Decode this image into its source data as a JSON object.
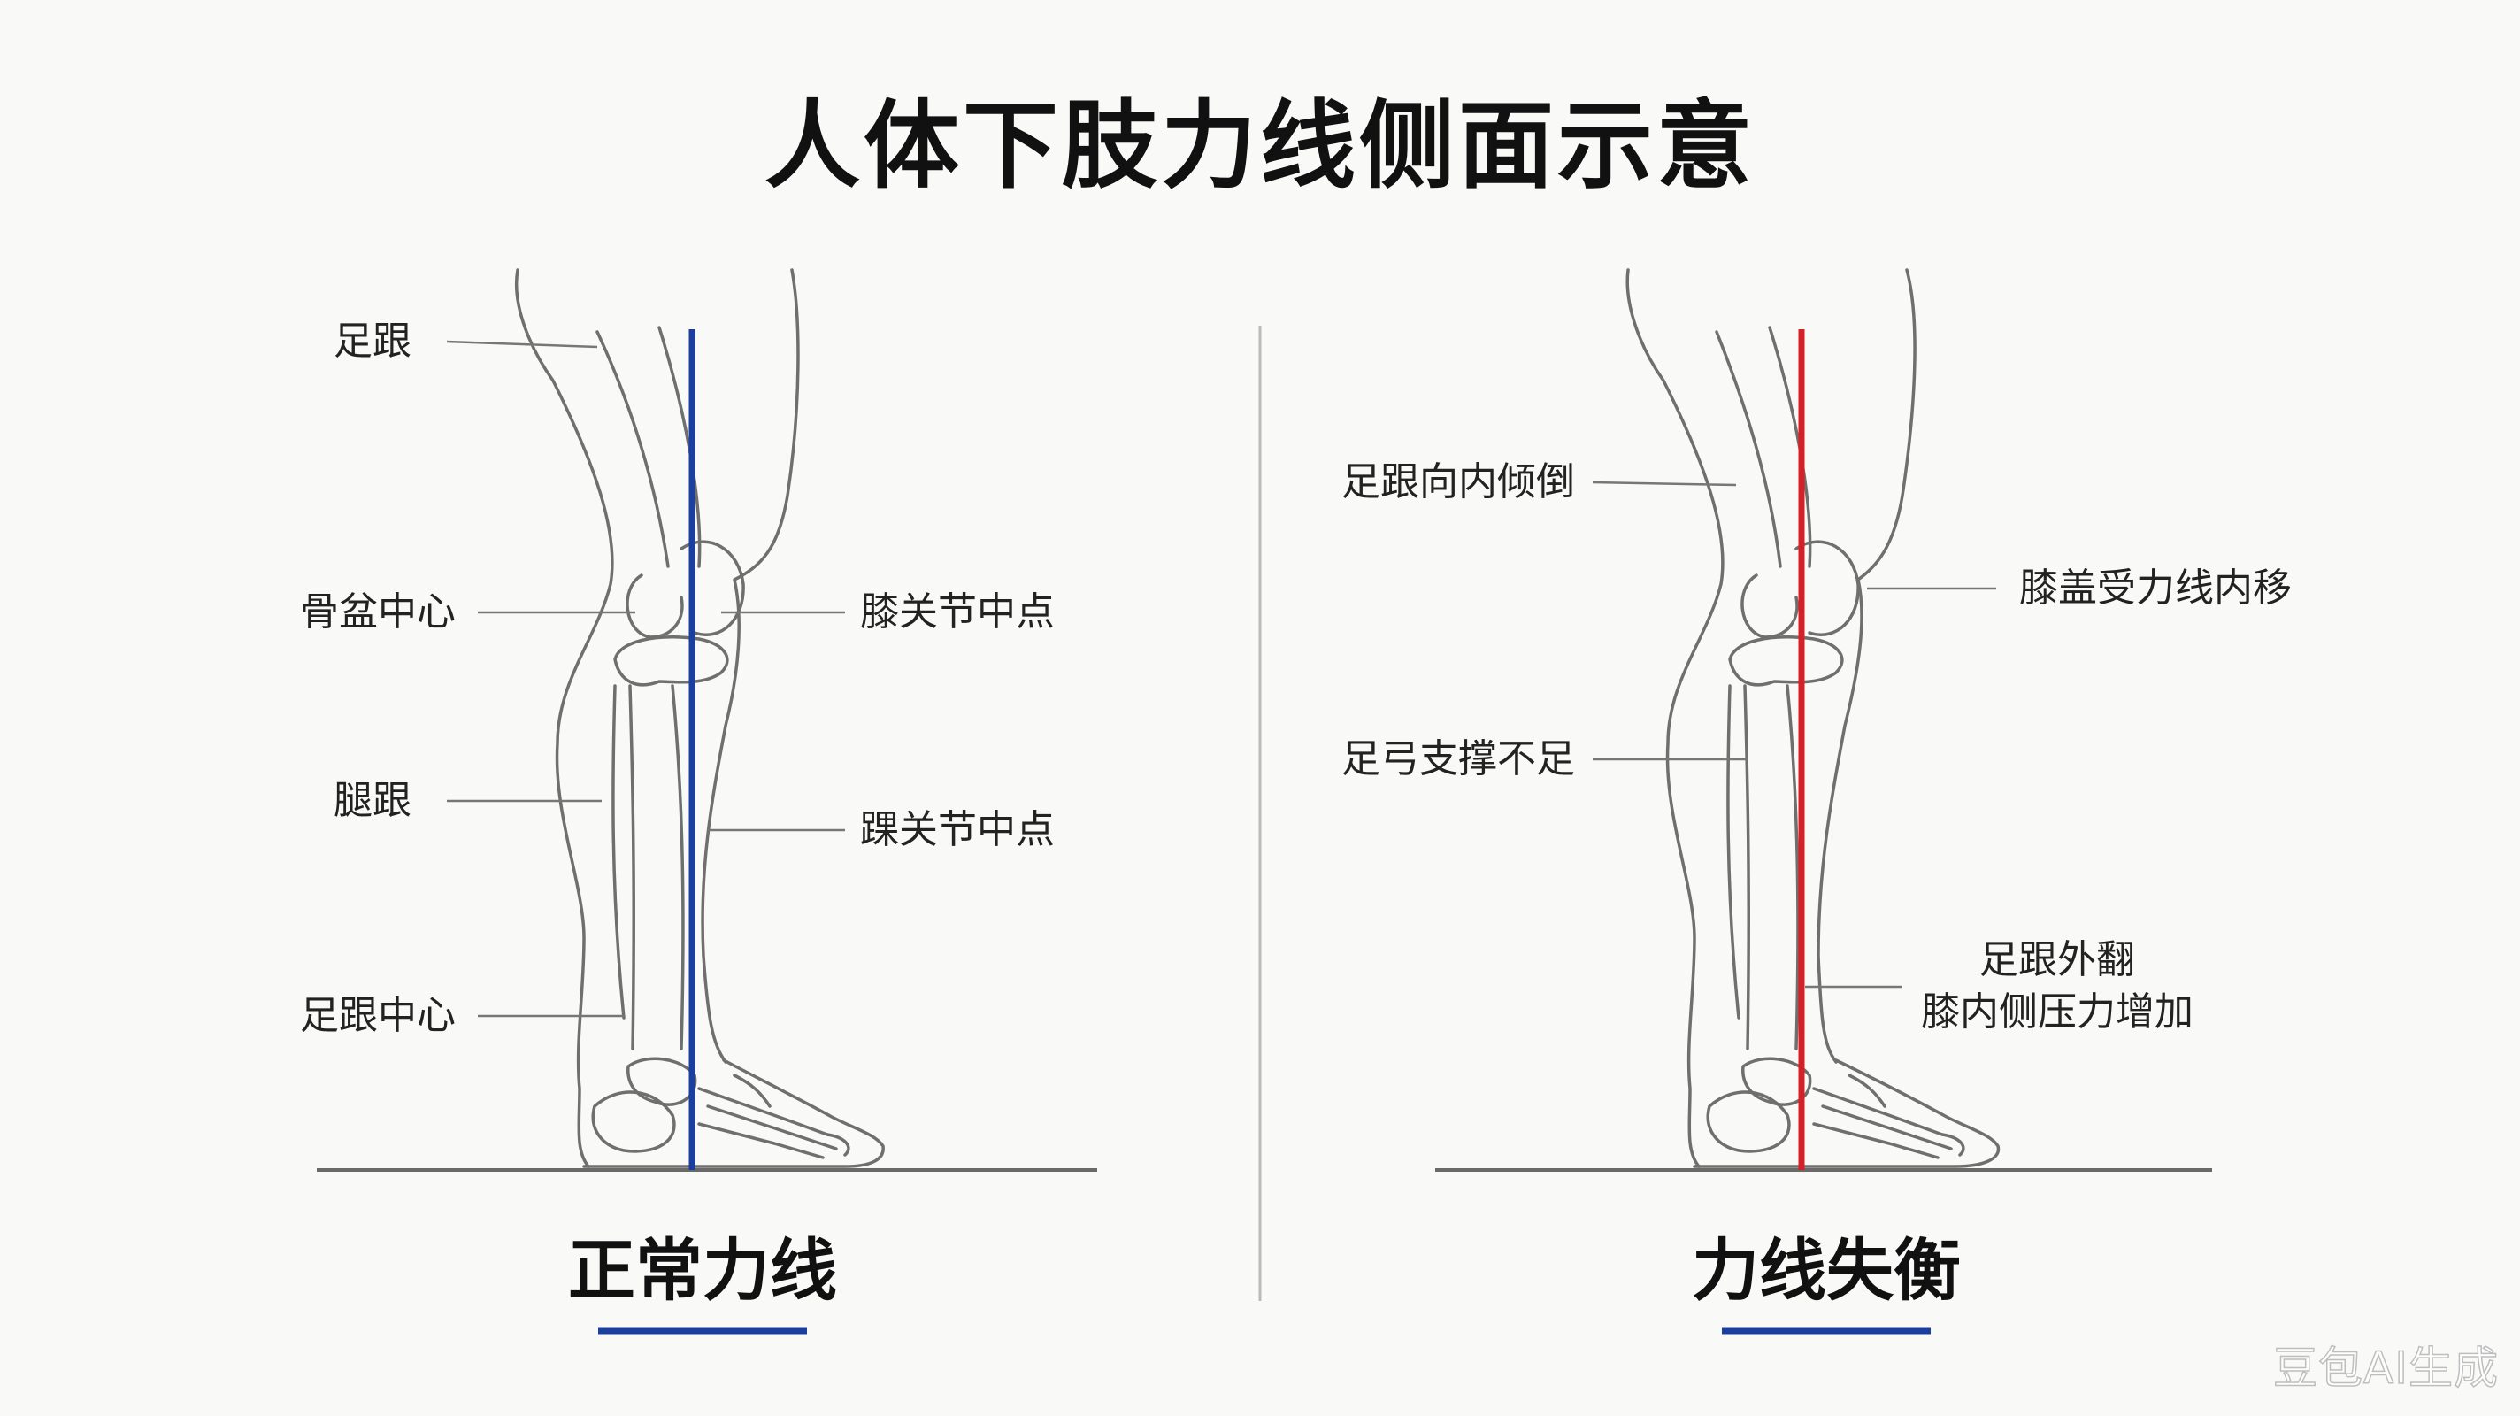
{
  "title": "人体下肢力线侧面示意",
  "colors": {
    "normal_line": "#1a3fa0",
    "imbalance_line": "#d61f26",
    "underline": "#1a3fa0",
    "outline": "#6f6f6f"
  },
  "left_panel": {
    "caption": "正常力线",
    "labels_left": [
      "足跟",
      "骨盆中心",
      "腿跟",
      "足跟中心"
    ],
    "labels_right": [
      "膝关节中点",
      "踝关节中点"
    ]
  },
  "right_panel": {
    "caption": "力线失衡",
    "labels_left": [
      "足跟向内倾倒",
      "足弓支撑不足"
    ],
    "labels_right": [
      "膝盖受力线内移"
    ],
    "labels_right_multiline": [
      "足跟外翻",
      "膝内侧压力增加"
    ]
  },
  "watermark": "豆包AI生成"
}
